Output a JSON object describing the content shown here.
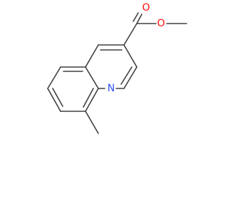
{
  "molecule": {
    "colors": {
      "bond": "#404040",
      "nitrogen": "#3050F8",
      "oxygen": "#FF0D0D",
      "background": "#FFFFFF"
    },
    "atoms": {
      "ring_nitrogen": "N",
      "carbonyl_oxygen": "O",
      "ester_oxygen": "O"
    }
  }
}
